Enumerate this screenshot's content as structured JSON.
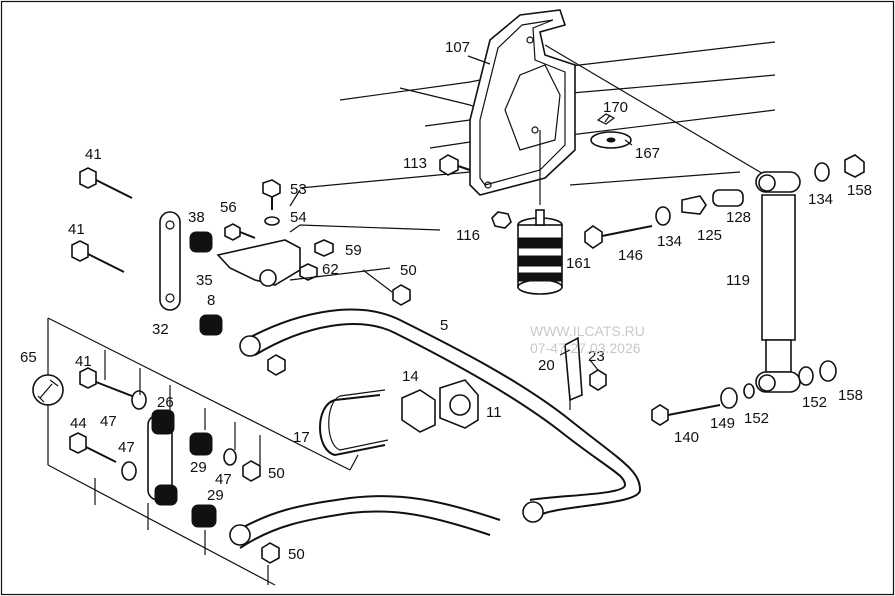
{
  "watermark": {
    "site": "WWW.ILCATS.RU",
    "date": "07-47-27.03.2026"
  },
  "callouts": [
    "107",
    "170",
    "167",
    "113",
    "116",
    "161",
    "134",
    "158",
    "128",
    "146",
    "134",
    "125",
    "119",
    "41",
    "41",
    "38",
    "56",
    "53",
    "54",
    "59",
    "62",
    "35",
    "50",
    "8",
    "32",
    "5",
    "65",
    "41",
    "47",
    "26",
    "44",
    "47",
    "29",
    "47",
    "50",
    "29",
    "50",
    "14",
    "11",
    "17",
    "20",
    "23",
    "140",
    "149",
    "152",
    "152",
    "158"
  ]
}
